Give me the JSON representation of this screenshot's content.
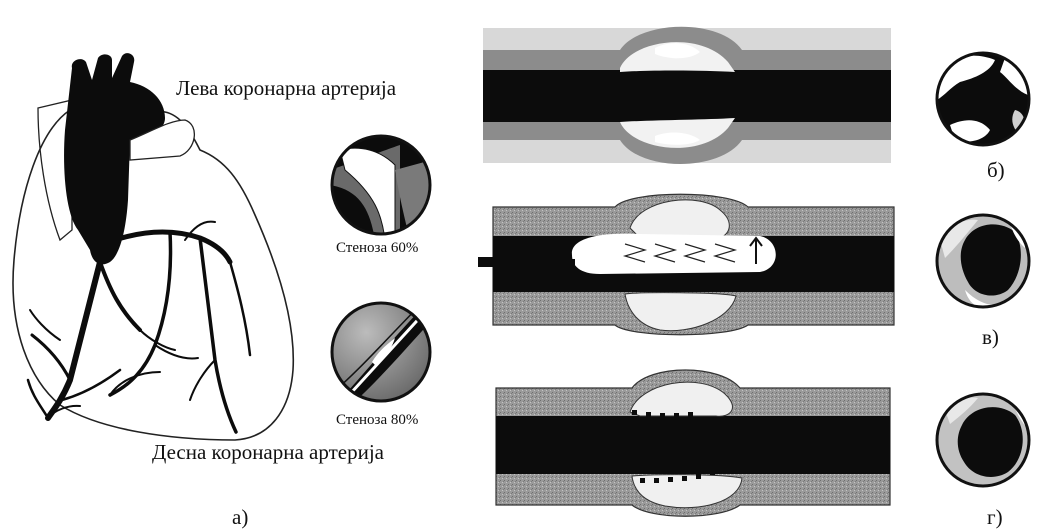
{
  "labels": {
    "left_coronary": "Лева коронарна артерија",
    "right_coronary": "Десна коронарна артерија",
    "stenosis_60": "Стеноза 60%",
    "stenosis_80": "Стеноза 80%",
    "panel_a": "а)",
    "panel_b": "б)",
    "panel_v": "в)",
    "panel_g": "г)"
  }
}
